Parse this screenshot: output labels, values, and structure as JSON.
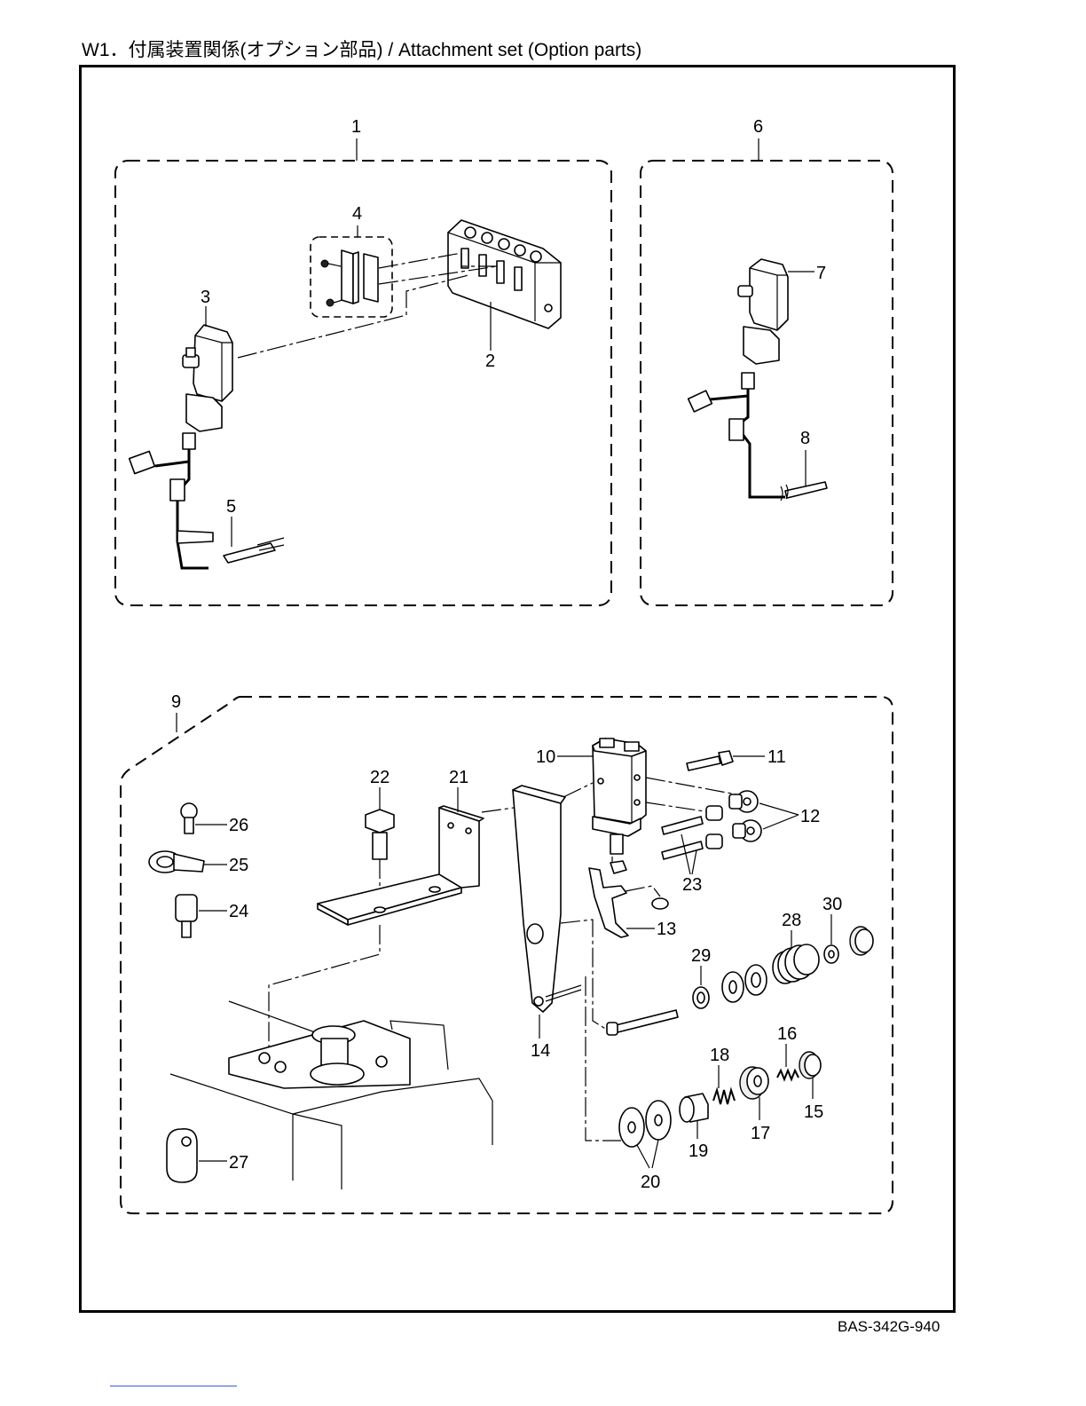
{
  "header": {
    "title": "W1．付属装置関係(オプション部品) / Attachment set (Option parts)"
  },
  "footer": {
    "doc_code": "BAS-342G-940"
  },
  "callouts": [
    "1",
    "2",
    "3",
    "4",
    "5",
    "6",
    "7",
    "8",
    "9",
    "10",
    "11",
    "12",
    "13",
    "14",
    "15",
    "16",
    "17",
    "18",
    "19",
    "20",
    "21",
    "22",
    "23",
    "24",
    "25",
    "26",
    "27",
    "28",
    "29",
    "30"
  ]
}
